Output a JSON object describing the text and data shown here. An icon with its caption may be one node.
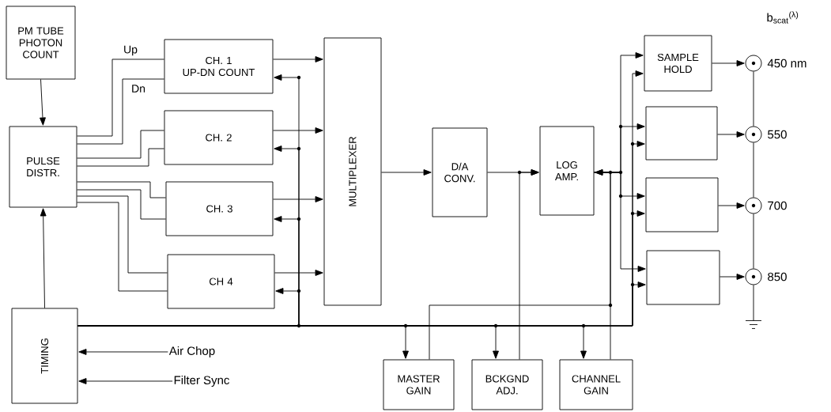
{
  "diagram": {
    "nodes": [
      {
        "text": [
          "PM TUBE PHOTON COUNT"
        ]
      },
      {
        "text": [
          "PULSE DISTR."
        ]
      },
      {
        "text": [
          "TIMING"
        ]
      },
      {
        "text": [
          "CH. 1",
          "UP-DN COUNT"
        ]
      },
      {
        "text": [
          "CH. 2"
        ]
      },
      {
        "text": [
          "CH. 3"
        ]
      },
      {
        "text": [
          "CH 4"
        ]
      },
      {
        "text": [
          "MULTIPLEXER"
        ]
      },
      {
        "text": [
          "D/A CONV."
        ]
      },
      {
        "text": [
          "LOG AMP."
        ]
      },
      {
        "text": [
          "MASTER GAIN"
        ]
      },
      {
        "text": [
          "BCKGND ADJ."
        ]
      },
      {
        "text": [
          "CHANNEL GAIN"
        ]
      },
      {
        "text": [
          "SAMPLE HOLD"
        ]
      },
      {
        "text": [],
        "shape": "box"
      },
      {
        "text": [],
        "shape": "box"
      },
      {
        "text": [],
        "shape": "box"
      },
      {
        "text": [],
        "shape": "circle",
        "beside": [
          "450 nm"
        ]
      },
      {
        "text": [],
        "shape": "circle",
        "beside": [
          "550"
        ]
      },
      {
        "text": [],
        "shape": "circle",
        "beside": [
          "700"
        ]
      },
      {
        "text": [],
        "shape": "circle",
        "beside": [
          "850"
        ]
      },
      {
        "text": [
          "Air Chop"
        ]
      },
      {
        "text": [
          "Filter Sync"
        ]
      }
    ],
    "edges": [
      {
        "from": 0,
        "to": 1,
        "arrow": "to"
      },
      {
        "from": 1,
        "to": 3,
        "arrow": "none",
        "label": "Up"
      },
      {
        "from": 1,
        "to": 3,
        "arrow": "none",
        "label": "Dn"
      },
      {
        "from": 1,
        "to": 4,
        "arrow": "none"
      },
      {
        "from": 1,
        "to": 4,
        "arrow": "none"
      },
      {
        "from": 1,
        "to": 5,
        "arrow": "none"
      },
      {
        "from": 1,
        "to": 5,
        "arrow": "none"
      },
      {
        "from": 1,
        "to": 6,
        "arrow": "none"
      },
      {
        "from": 1,
        "to": 6,
        "arrow": "none"
      },
      {
        "from": 2,
        "to": 1,
        "arrow": "to"
      },
      {
        "from": 3,
        "to": 7,
        "arrow": "to"
      },
      {
        "from": 4,
        "to": 7,
        "arrow": "to"
      },
      {
        "from": 5,
        "to": 7,
        "arrow": "to"
      },
      {
        "from": 6,
        "to": 7,
        "arrow": "to"
      },
      {
        "from": 2,
        "to": 3,
        "arrow": "to"
      },
      {
        "from": 2,
        "to": 4,
        "arrow": "to"
      },
      {
        "from": 2,
        "to": 5,
        "arrow": "to"
      },
      {
        "from": 2,
        "to": 6,
        "arrow": "to"
      },
      {
        "from": 7,
        "to": 8,
        "arrow": "to"
      },
      {
        "from": 8,
        "to": 9,
        "arrow": "to"
      },
      {
        "from": 11,
        "to": 9,
        "arrow": "to"
      },
      {
        "from": 9,
        "to": 13,
        "arrow": "to"
      },
      {
        "from": 9,
        "to": 14,
        "arrow": "to"
      },
      {
        "from": 9,
        "to": 15,
        "arrow": "to"
      },
      {
        "from": 9,
        "to": 16,
        "arrow": "to"
      },
      {
        "from": 12,
        "to": 9,
        "arrow": "to"
      },
      {
        "from": 10,
        "to": 9,
        "arrow": "to"
      },
      {
        "from": 2,
        "to": 10,
        "arrow": "to"
      },
      {
        "from": 2,
        "to": 11,
        "arrow": "to"
      },
      {
        "from": 2,
        "to": 12,
        "arrow": "to"
      },
      {
        "from": 2,
        "to": 13,
        "arrow": "to"
      },
      {
        "from": 2,
        "to": 14,
        "arrow": "to"
      },
      {
        "from": 2,
        "to": 15,
        "arrow": "to"
      },
      {
        "from": 2,
        "to": 16,
        "arrow": "to"
      },
      {
        "from": 13,
        "to": 17,
        "arrow": "to"
      },
      {
        "from": 14,
        "to": 18,
        "arrow": "to"
      },
      {
        "from": 15,
        "to": 19,
        "arrow": "to"
      },
      {
        "from": 16,
        "to": 20,
        "arrow": "to"
      },
      {
        "from": 17,
        "to": 18,
        "arrow": "none"
      },
      {
        "from": 18,
        "to": 19,
        "arrow": "none"
      },
      {
        "from": 19,
        "to": 20,
        "arrow": "none"
      },
      {
        "from": 21,
        "to": 2,
        "arrow": "to"
      },
      {
        "from": 22,
        "to": 2,
        "arrow": "to"
      }
    ],
    "labels": [
      "b$_{scat}$$^{(λ)}$"
    ]
  }
}
